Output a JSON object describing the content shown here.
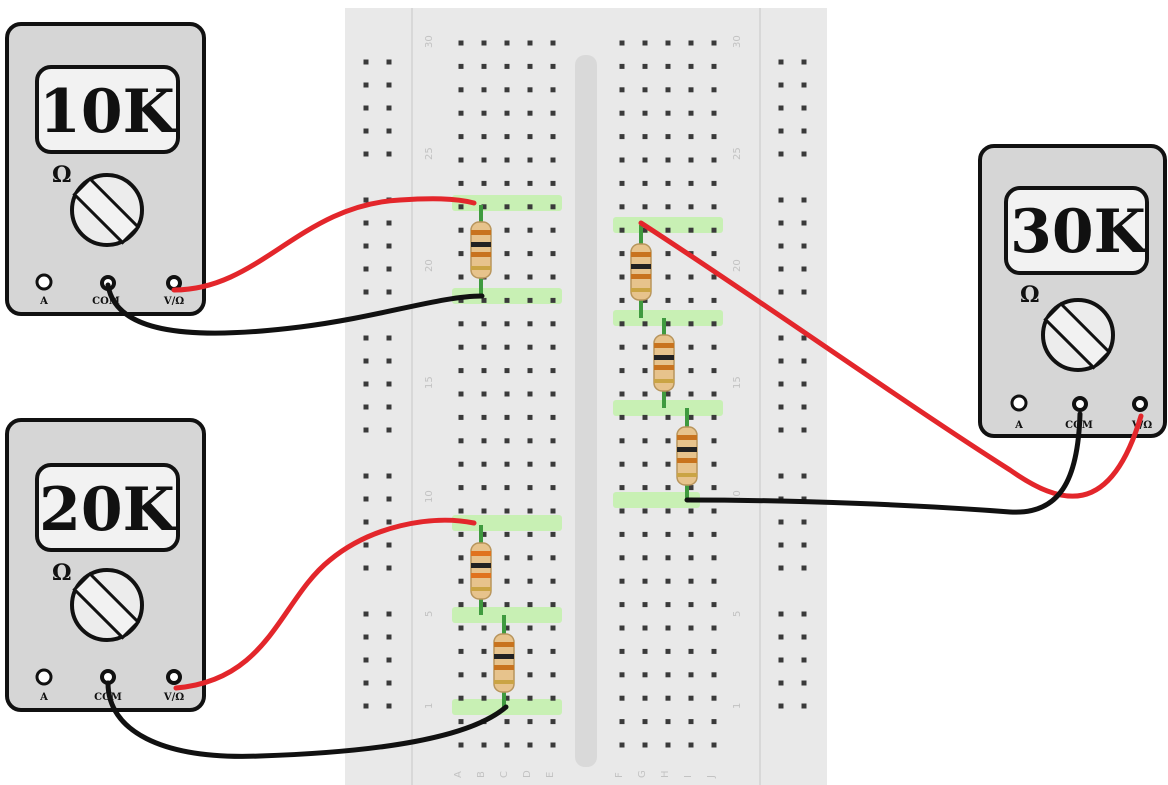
{
  "meters": [
    {
      "id": "meter-1",
      "display": "10K",
      "ohm_symbol": "Ω",
      "jack_labels": [
        "A",
        "COM",
        "V/Ω"
      ]
    },
    {
      "id": "meter-2",
      "display": "20K",
      "ohm_symbol": "Ω",
      "jack_labels": [
        "A",
        "COM",
        "V/Ω"
      ]
    },
    {
      "id": "meter-3",
      "display": "30K",
      "ohm_symbol": "Ω",
      "jack_labels": [
        "A",
        "COM",
        "V/Ω"
      ]
    }
  ],
  "breadboard": {
    "row_labels": [
      "30",
      "25",
      "20",
      "15",
      "10",
      "5",
      "1"
    ],
    "column_labels_left": [
      "A",
      "B",
      "C",
      "D",
      "E"
    ],
    "column_labels_right": [
      "F",
      "G",
      "H",
      "I",
      "J"
    ]
  },
  "colors": {
    "red_wire": "#e3262b",
    "black_wire": "#111111",
    "highlight": "#c8f0b4",
    "resistor_body": "#e7c38c"
  },
  "icons": [
    "multimeter-dial-icon",
    "jack-icon",
    "resistor-icon"
  ]
}
